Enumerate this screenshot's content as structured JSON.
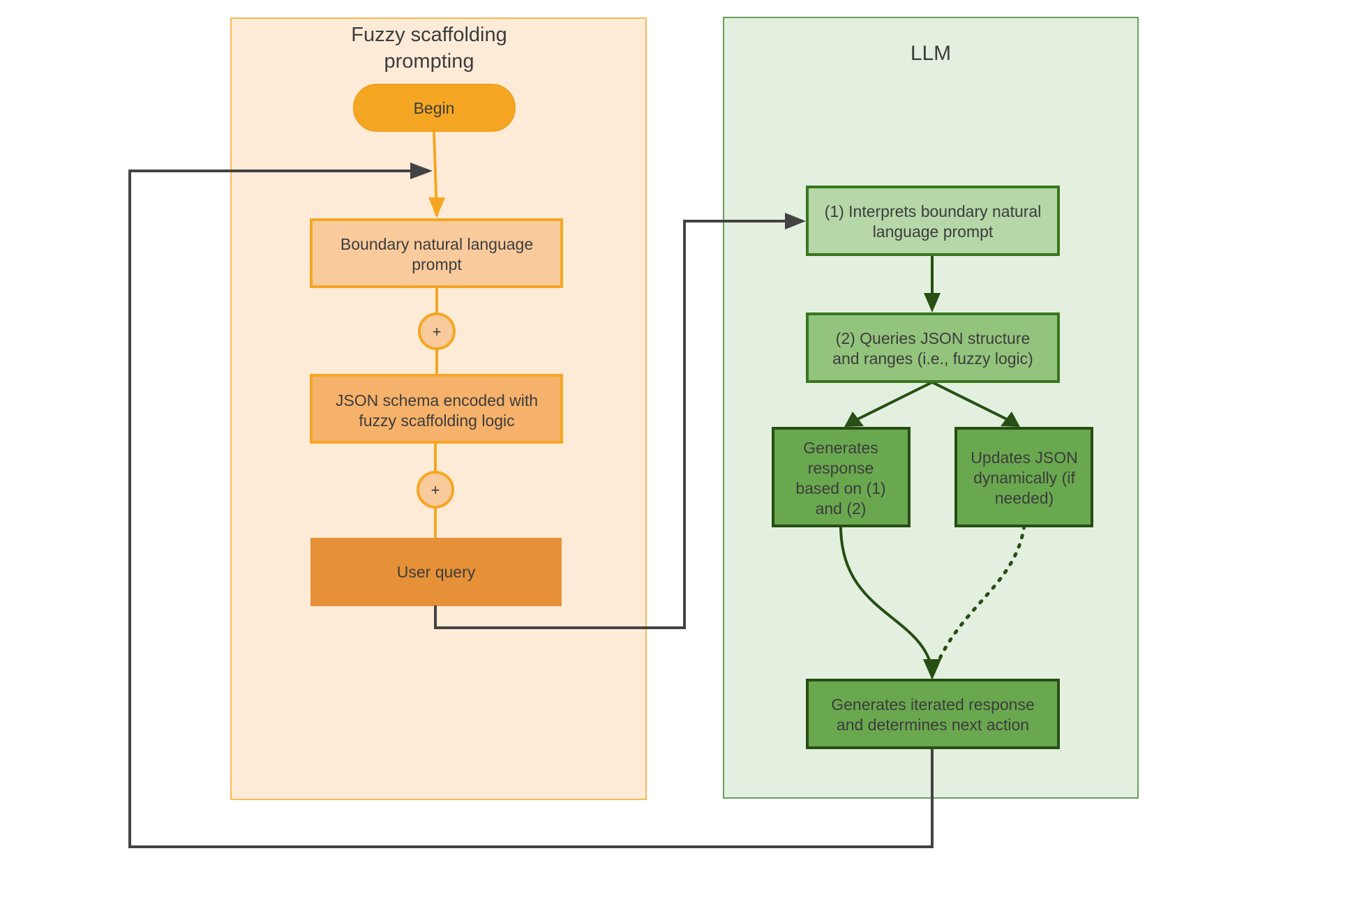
{
  "panels": {
    "left": {
      "title_line1": "Fuzzy scaffolding",
      "title_line2": "prompting"
    },
    "right": {
      "title": "LLM"
    }
  },
  "nodes": {
    "begin": "Begin",
    "boundary_prompt": {
      "line1": "Boundary natural language",
      "line2": "prompt"
    },
    "plus1": "+",
    "json_schema": {
      "line1": "JSON schema encoded with",
      "line2": "fuzzy scaffolding logic"
    },
    "plus2": "+",
    "user_query": "User query",
    "interprets": {
      "line1": "(1) Interprets boundary natural",
      "line2": "language prompt"
    },
    "queries": {
      "line1": "(2) Queries JSON structure",
      "line2": "and ranges (i.e., fuzzy logic)"
    },
    "generates_response": {
      "line1": "Generates",
      "line2": "response",
      "line3": "based on (1)",
      "line4": "and (2)"
    },
    "updates_json": {
      "line1": "Updates JSON",
      "line2": "dynamically (if",
      "line3": "needed)"
    },
    "iterated": {
      "line1": "Generates iterated response",
      "line2": "and determines next action"
    }
  },
  "colors": {
    "left_panel_fill": "#fdebd8",
    "left_panel_border": "#f5a623",
    "right_panel_fill": "#e3f0df",
    "right_panel_border": "#3f7f2f",
    "orange": "#f5a623",
    "orange_dark": "#e69138",
    "green_dark": "#38761d",
    "green_line": "#274e13",
    "gray_line": "#434343"
  }
}
